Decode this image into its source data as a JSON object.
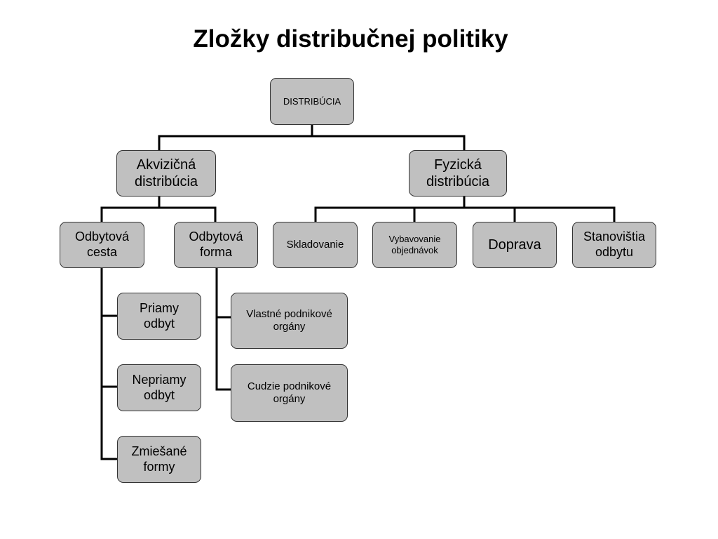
{
  "title": "Zložky distribučnej politiky",
  "nodes": {
    "root": "DISTRIBÚCIA",
    "akvizicna": "Akvizičná\ndistribúcia",
    "fyzicka": "Fyzická\ndistribúcia",
    "odbytova_cesta": "Odbytová\ncesta",
    "odbytova_forma": "Odbytová\nforma",
    "skladovanie": "Skladovanie",
    "vybavovanie": "Vybavovanie\nobjednávok",
    "doprava": "Doprava",
    "stanovistia": "Stanovištia\nodbytu",
    "priamy": "Priamy\nodbyt",
    "nepriamy": "Nepriamy\nodbyt",
    "zmiesane": "Zmiešané\nformy",
    "vlastne": "Vlastné podnikové\norgány",
    "cudzie": "Cudzie podnikové\norgány"
  },
  "colors": {
    "box_fill": "#c0c0c0",
    "box_border": "#333333",
    "connector": "#000000"
  }
}
